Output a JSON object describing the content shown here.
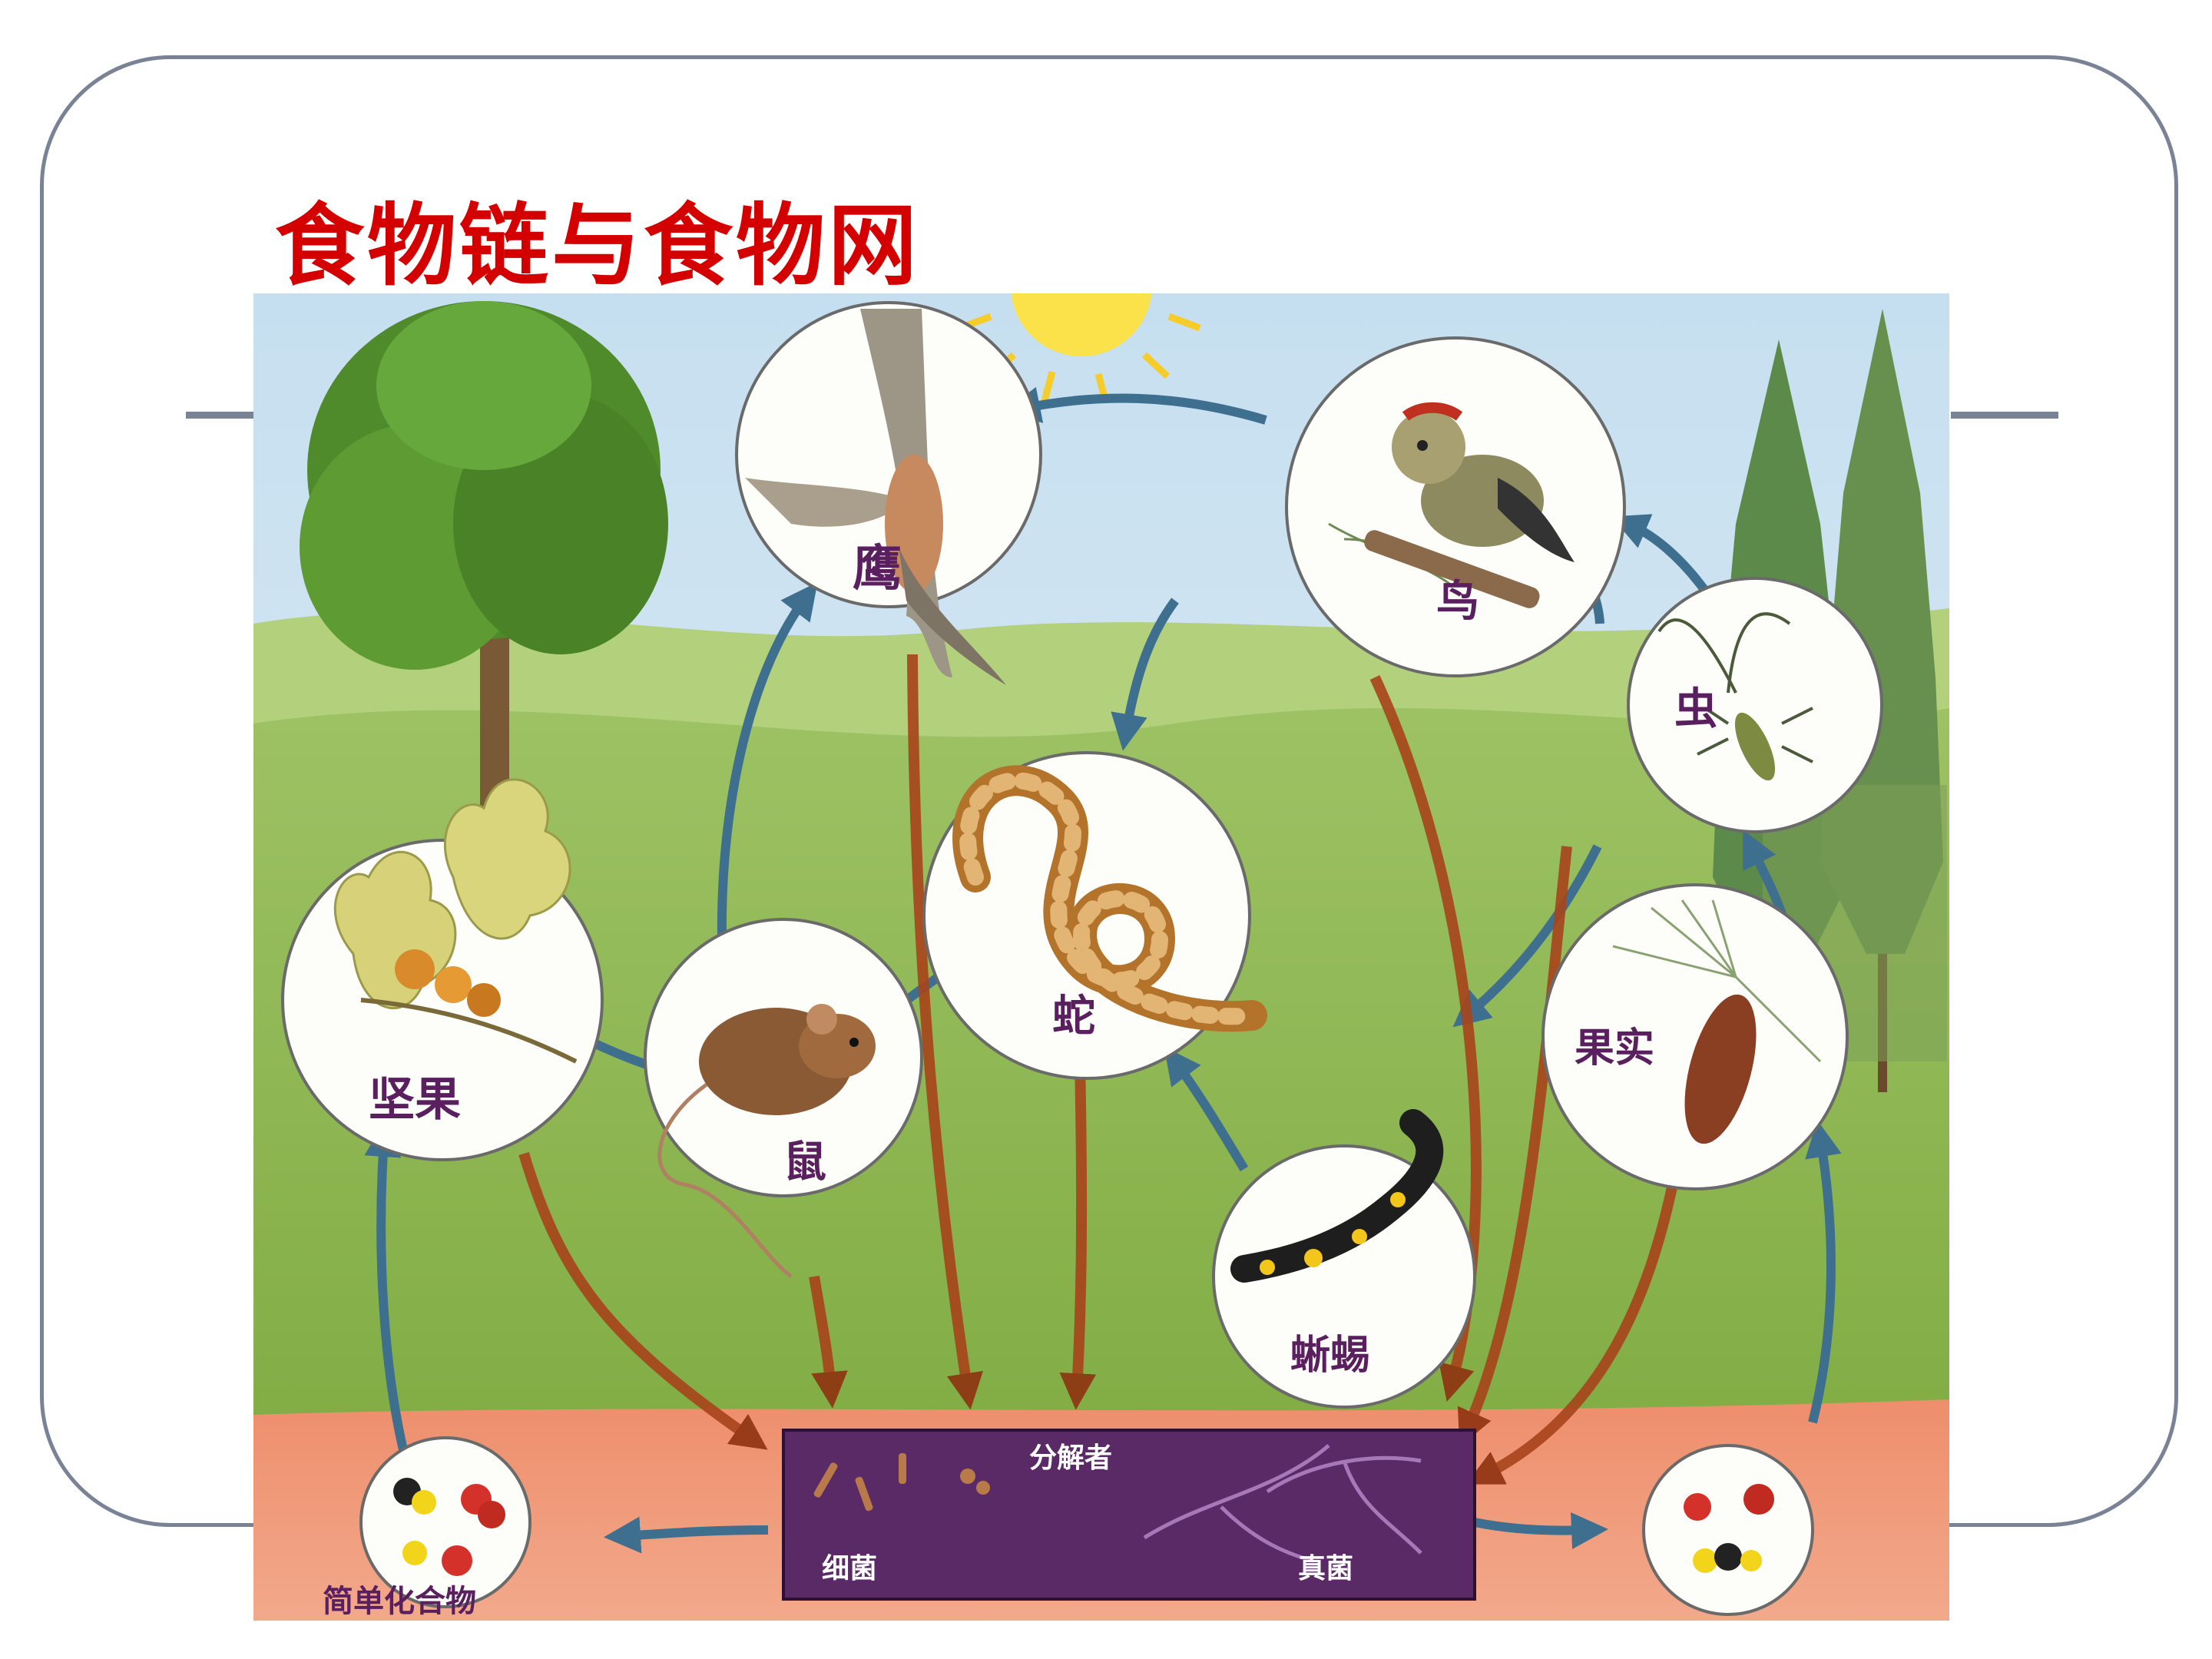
{
  "slide": {
    "title": "食物链与食物网"
  },
  "diagram": {
    "organisms": {
      "hawk": "鹰",
      "bird": "鸟",
      "insect": "虫",
      "nuts": "坚果",
      "mouse": "鼠",
      "snake": "蛇",
      "fruit": "果实",
      "lizard": "蜥蜴"
    },
    "decomposers": {
      "title": "分解者",
      "bacteria": "细菌",
      "fungi": "真菌"
    },
    "simple_compounds": "简单化合物"
  },
  "colors": {
    "title": "#d40000",
    "frame": "#7a8296",
    "feeding_arrow": "#3f6f8f",
    "decay_arrow": "#a8441c",
    "decomposer_box": "#5a2a66",
    "label": "#5a1f5e"
  },
  "icons": [
    "sun-icon",
    "hawk-icon",
    "bird-icon",
    "insect-icon",
    "nut-icon",
    "mouse-icon",
    "snake-icon",
    "fruit-icon",
    "lizard-icon",
    "compound-icon"
  ]
}
